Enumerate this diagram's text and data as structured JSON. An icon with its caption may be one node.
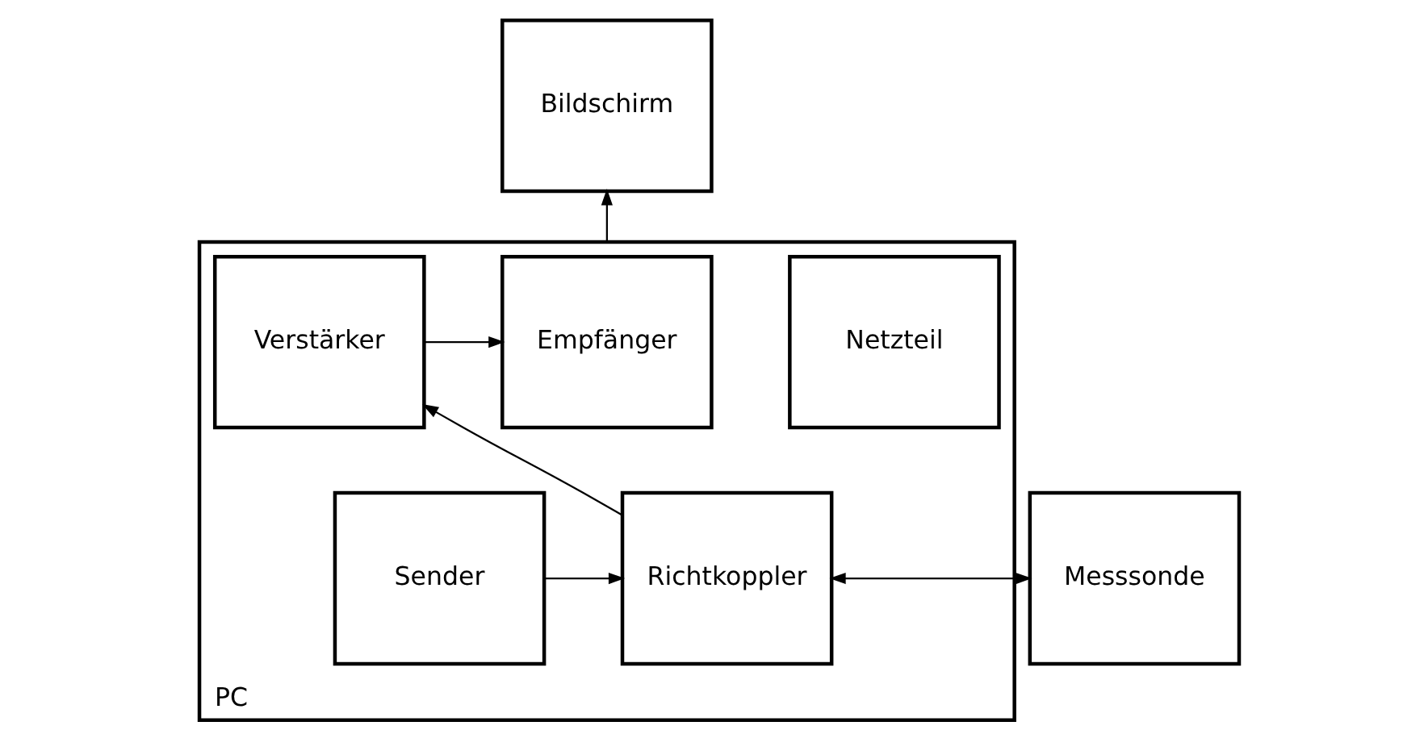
{
  "diagram": {
    "nodes": [
      {
        "text": [
          "Bildschirm"
        ]
      },
      {
        "text": [
          "PC"
        ]
      },
      {
        "text": [
          "Netzteil"
        ],
        "in": 1
      },
      {
        "text": [
          "Empfänger"
        ],
        "in": 1
      },
      {
        "text": [
          "Verstärker"
        ],
        "in": 1
      },
      {
        "text": [
          "Sender"
        ],
        "in": 1
      },
      {
        "text": [
          "Richtkoppler"
        ],
        "in": 1
      },
      {
        "text": [
          "Messsonde"
        ]
      }
    ],
    "edges": [
      {
        "from": 1,
        "to": 0,
        "arrow": "to"
      },
      {
        "from": 4,
        "to": 3,
        "arrow": "to"
      },
      {
        "from": 6,
        "to": 4,
        "arrow": "to"
      },
      {
        "from": 5,
        "to": 6,
        "arrow": "to"
      },
      {
        "from": 6,
        "to": 7,
        "arrow": "both"
      }
    ]
  }
}
